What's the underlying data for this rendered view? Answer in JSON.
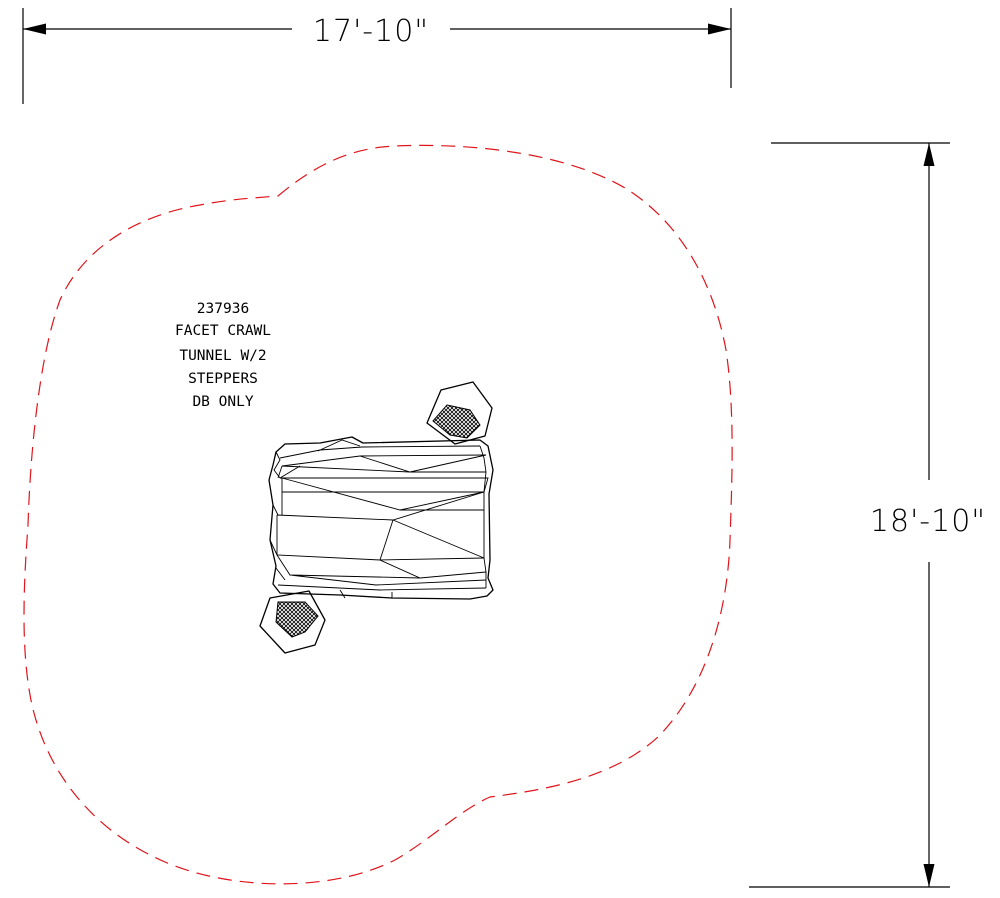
{
  "dimensions": {
    "width": "17'-10\"",
    "depth": "18'-10\""
  },
  "product": {
    "number": "237936",
    "description_lines": [
      "FACET CRAWL",
      "TUNNEL W/2",
      "STEPPERS",
      "DB ONLY"
    ]
  },
  "colors": {
    "use_zone": "#e0151b",
    "linework": "#000000"
  },
  "icons": {
    "arrow": "arrowhead-icon"
  }
}
